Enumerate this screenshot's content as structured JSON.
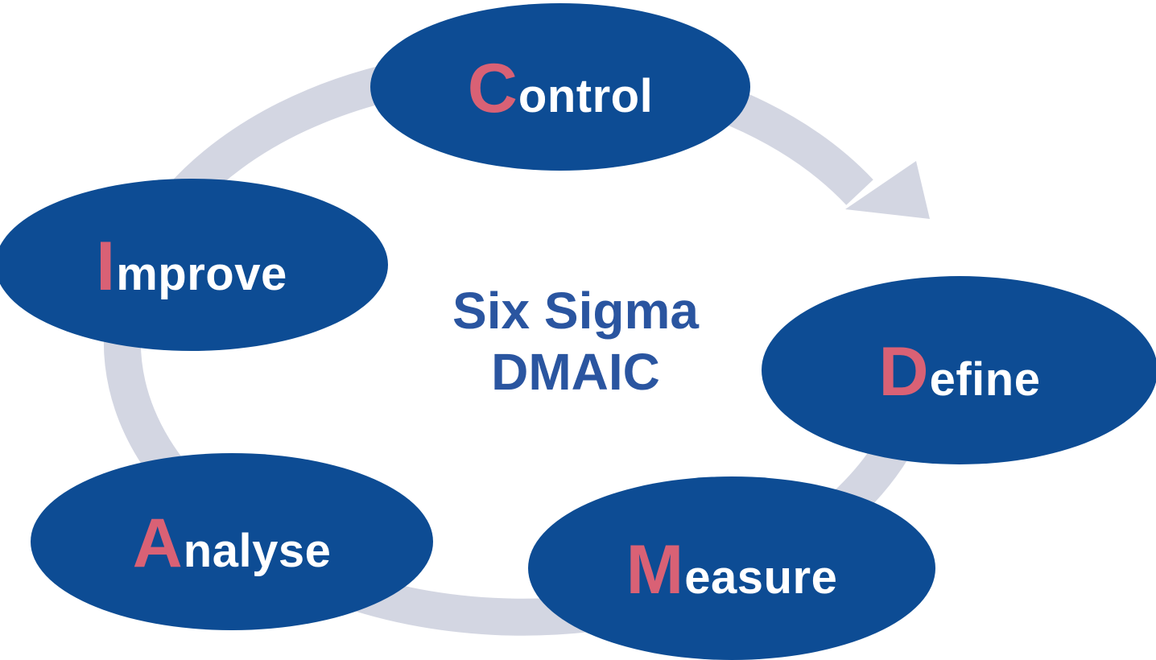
{
  "title": {
    "line1": "Six Sigma",
    "line2": "DMAIC"
  },
  "stages": [
    {
      "name": "Define",
      "initial": "D",
      "rest": "efine",
      "position": "right"
    },
    {
      "name": "Measure",
      "initial": "M",
      "rest": "easure",
      "position": "bottom-right"
    },
    {
      "name": "Analyse",
      "initial": "A",
      "rest": "nalyse",
      "position": "bottom-left"
    },
    {
      "name": "Improve",
      "initial": "I",
      "rest": "mprove",
      "position": "left"
    },
    {
      "name": "Control",
      "initial": "C",
      "rest": "ontrol",
      "position": "top"
    }
  ],
  "cycle_arrow": {
    "direction": "clockwise"
  },
  "colors": {
    "ellipse": "#0d4c94",
    "initial": "#d96175",
    "title": "#2a55a0",
    "ring": "#d3d6e2"
  }
}
